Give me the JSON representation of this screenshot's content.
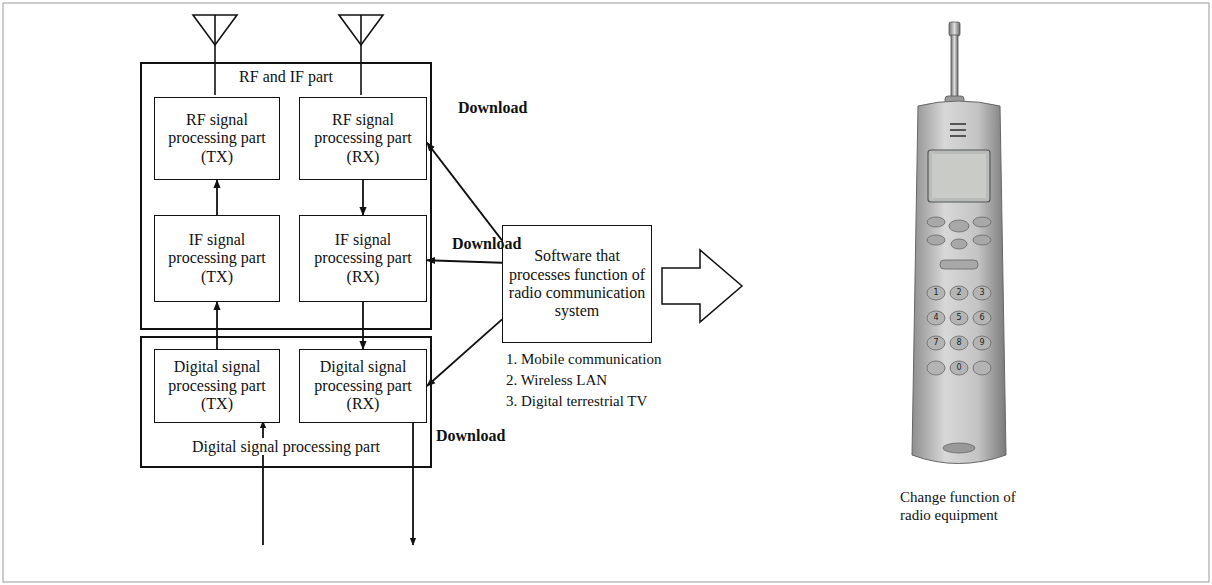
{
  "diagram": {
    "nodes": [
      {
        "text": [
          "RF and IF part"
        ]
      },
      {
        "text": [
          "RF signal processing part (TX)"
        ],
        "in": 0
      },
      {
        "text": [
          "RF signal processing part (RX)"
        ],
        "in": 0
      },
      {
        "text": [
          "IF signal processing part (TX)"
        ],
        "in": 0
      },
      {
        "text": [
          "IF signal processing part (RX)"
        ],
        "in": 0
      },
      {
        "text": [
          "Digital signal processing part"
        ]
      },
      {
        "text": [
          "Digital signal processing part (TX)"
        ],
        "in": 5
      },
      {
        "text": [
          "Digital signal processing part (RX)"
        ],
        "in": 5
      },
      {
        "text": [
          "Software that processes function of radio communication system"
        ]
      }
    ],
    "edges": [
      {
        "from": 3,
        "to": 1,
        "arrow": "to"
      },
      {
        "from": 2,
        "to": 4,
        "arrow": "to"
      },
      {
        "from": 4,
        "to": 7,
        "arrow": "to"
      },
      {
        "from": 6,
        "to": 3,
        "arrow": "to"
      },
      {
        "from": 8,
        "to": 2,
        "arrow": "to",
        "label": "Download"
      },
      {
        "from": 8,
        "to": 4,
        "arrow": "to",
        "label": "Download"
      },
      {
        "from": 8,
        "to": 7,
        "arrow": "to",
        "label": "Download"
      }
    ],
    "labels": [
      "1. Mobile communication",
      "2. Wireless LAN",
      "3. Digital terrestrial TV",
      "Change function of radio equipment",
      "1",
      "2",
      "3",
      "4",
      "5",
      "6",
      "7",
      "8",
      "9",
      "0"
    ]
  }
}
